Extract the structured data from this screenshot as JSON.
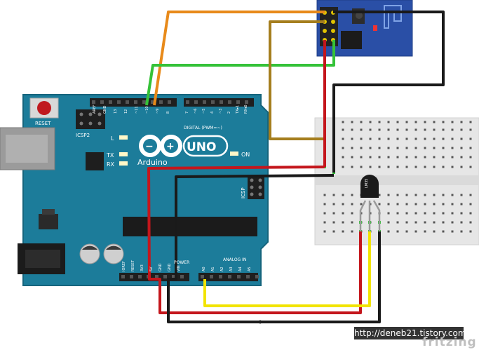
{
  "board": {
    "reset_label": "RESET",
    "icsp2_label": "ICSP2",
    "l_label": "L",
    "tx_label": "TX",
    "rx_label": "RX",
    "on_label": "ON",
    "brand_label": "Arduino",
    "model_label": "UNO",
    "digital_label": "DIGITAL (PWM=~)",
    "icsp_label": "ICSP",
    "power_label": "POWER",
    "analog_label": "ANALOG IN",
    "top_pin_labels": [
      "AREF",
      "GND",
      "13",
      "12",
      "~11",
      "~10",
      "~9",
      "8",
      "7",
      "~6",
      "~5",
      "4",
      "~3",
      "2",
      "TX▸1",
      "RX◂0"
    ],
    "power_pin_labels": [
      "IOREF",
      "RESET",
      "3V3",
      "5V",
      "GND",
      "GND",
      "VIN"
    ],
    "analog_pin_labels": [
      "A0",
      "A1",
      "A2",
      "A3",
      "A4",
      "A5"
    ]
  },
  "sensor": {
    "label": "LM35"
  },
  "watermark": {
    "url": "http://deneb21.tistory.com",
    "tool": "fritzing"
  },
  "colors": {
    "board": "#1c7c9a",
    "board_edge": "#16657d",
    "esp_board": "#2a4fa6",
    "breadboard": "#e8e8e8",
    "wire_orange": "#e88a1a",
    "wire_green": "#35c238",
    "wire_olive": "#a57e1e",
    "wire_red": "#c4161c",
    "wire_black": "#1a1a1a",
    "wire_yellow": "#f2e400"
  }
}
